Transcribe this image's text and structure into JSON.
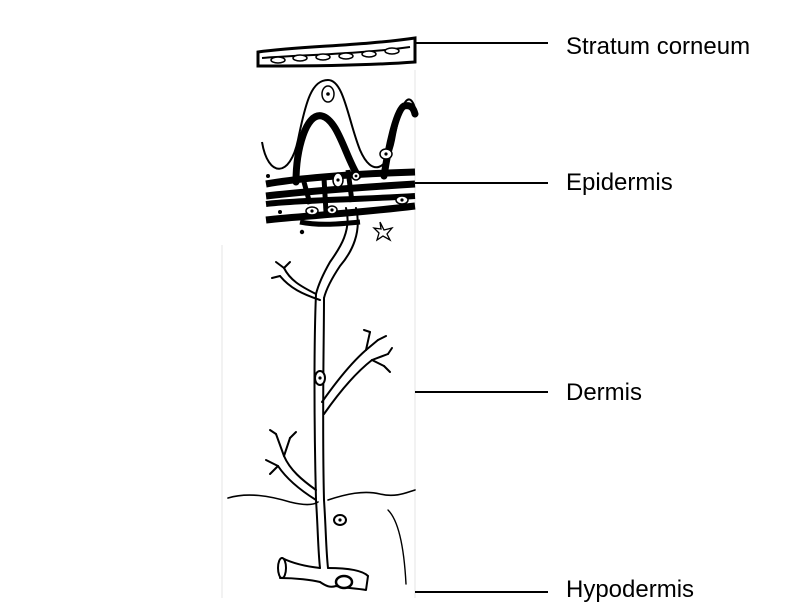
{
  "labels": {
    "stratum_corneum": "Stratum corneum",
    "epidermis": "Epidermis",
    "dermis": "Dermis",
    "hypodermis": "Hypodermis"
  },
  "colors": {
    "ink": "#000000",
    "background": "#ffffff"
  }
}
